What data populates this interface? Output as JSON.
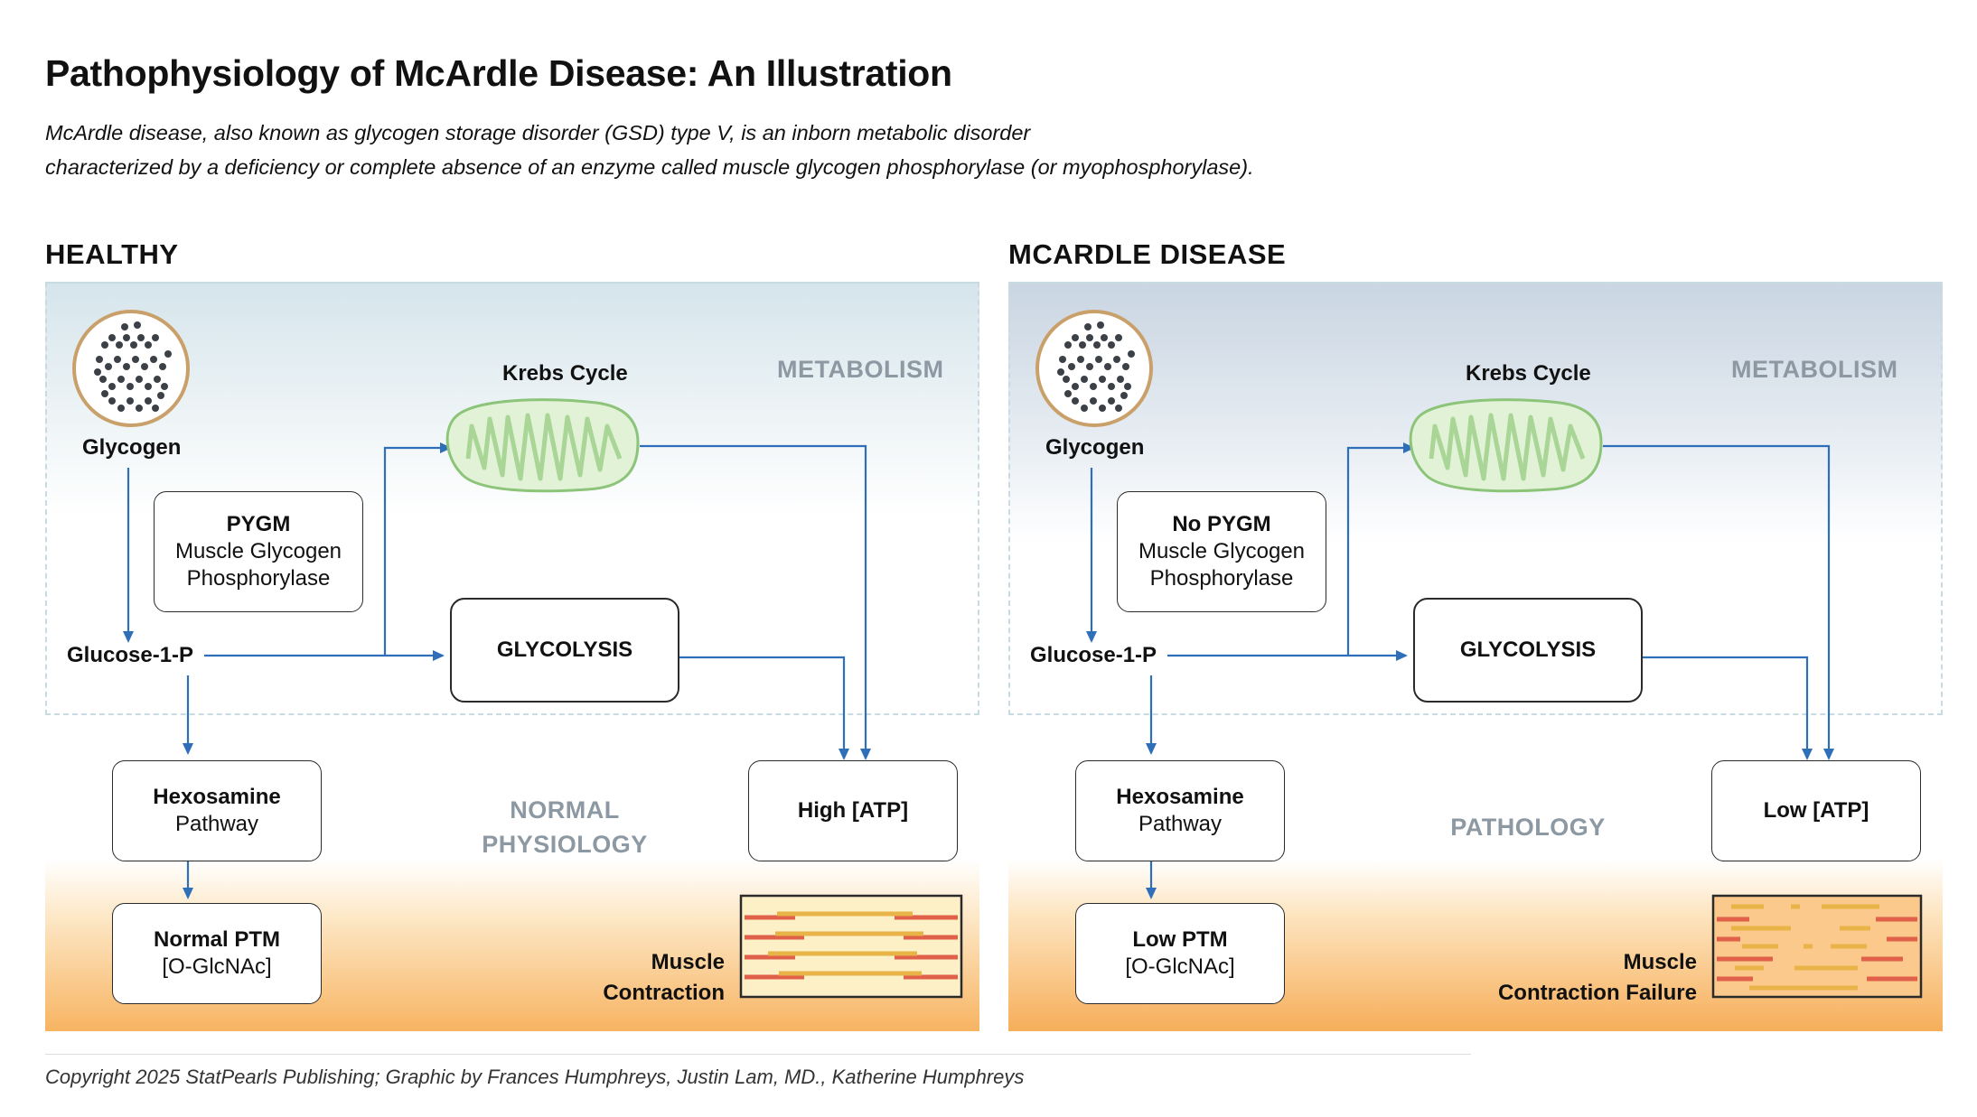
{
  "title": "Pathophysiology of McArdle Disease: An Illustration",
  "subtitle_line1": "McArdle disease, also known as glycogen storage disorder (GSD) type V, is an inborn metabolic disorder",
  "subtitle_line2": "characterized by a deficiency or complete absence of an enzyme called muscle glycogen phosphorylase (or myophosphorylase).",
  "colors": {
    "arrow": "#2f6fba",
    "mito_fill": "#e2f2d6",
    "mito_stroke": "#8cc47a",
    "sarc_red": "#e0604a",
    "sarc_yellow": "#e8b347"
  },
  "healthy": {
    "heading": "HEALTHY",
    "glycogen": "Glycogen",
    "krebs": "Krebs Cycle",
    "metabolism": "METABOLISM",
    "enzyme_line1": "PYGM",
    "enzyme_line2": "Muscle Glycogen",
    "enzyme_line3": "Phosphorylase",
    "g1p": "Glucose-1-P",
    "glycolysis": "GLYCOLYSIS",
    "hexo_line1": "Hexosamine",
    "hexo_line2": "Pathway",
    "zone_line1": "NORMAL",
    "zone_line2": "PHYSIOLOGY",
    "atp": "High [ATP]",
    "ptm_line1": "Normal PTM",
    "ptm_line2": "[O-GlcNAc]",
    "muscle_line1": "Muscle",
    "muscle_line2": "Contraction"
  },
  "disease": {
    "heading": "MCARDLE DISEASE",
    "glycogen": "Glycogen",
    "krebs": "Krebs Cycle",
    "metabolism": "METABOLISM",
    "enzyme_line1": "No PYGM",
    "enzyme_line2": "Muscle Glycogen",
    "enzyme_line3": "Phosphorylase",
    "g1p": "Glucose-1-P",
    "glycolysis": "GLYCOLYSIS",
    "hexo_line1": "Hexosamine",
    "hexo_line2": "Pathway",
    "zone_line1": "PATHOLOGY",
    "atp": "Low [ATP]",
    "ptm_line1": "Low PTM",
    "ptm_line2": "[O-GlcNAc]",
    "muscle_line1": "Muscle",
    "muscle_line2": "Contraction Failure"
  },
  "footer": "Copyright 2025 StatPearls Publishing; Graphic by Frances Humphreys, Justin Lam, MD., Katherine Humphreys"
}
